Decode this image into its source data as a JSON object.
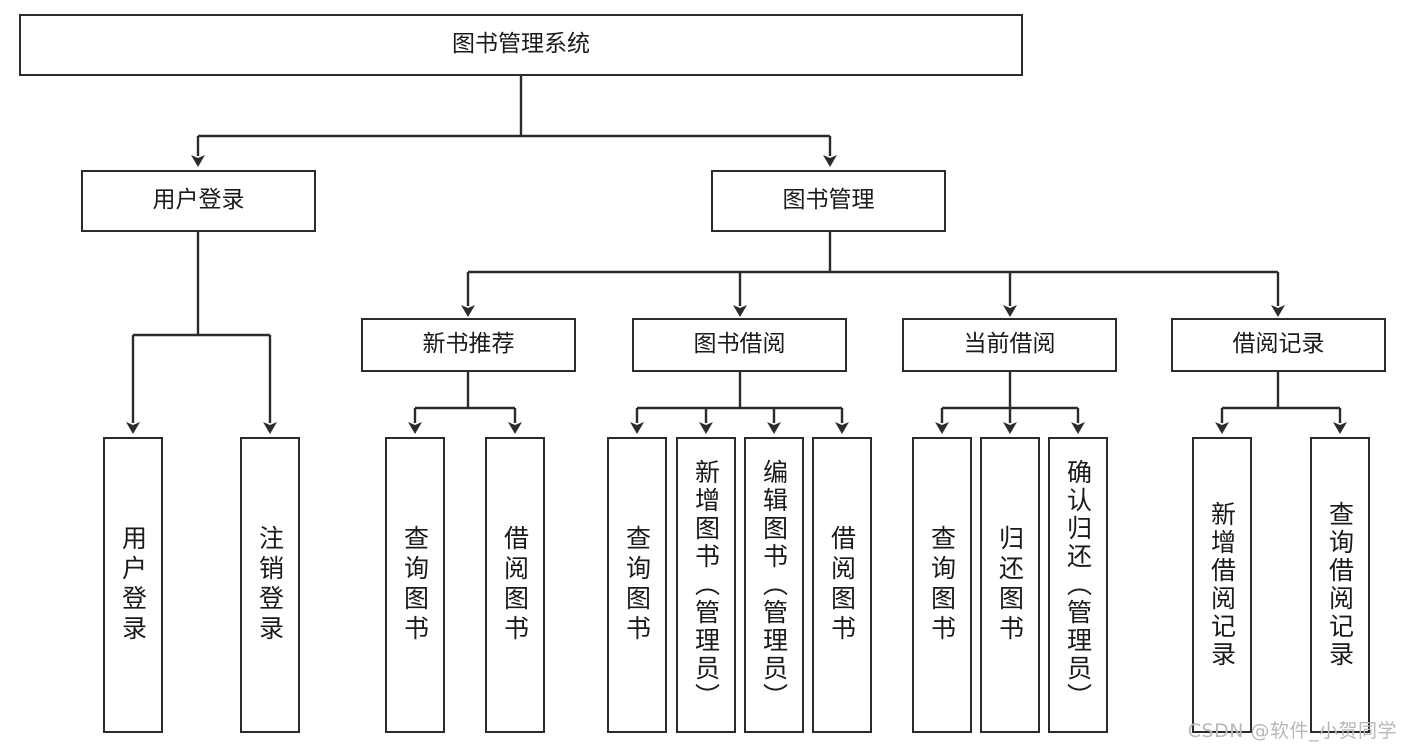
{
  "diagram": {
    "title": "图书管理系统",
    "type": "tree",
    "watermark": "CSDN @软件_小贺同学",
    "colors": {
      "box_border": "#2b2b2b",
      "box_fill": "#ffffff",
      "edge": "#2b2b2b",
      "text": "#1a1a1a",
      "watermark": "#b8b8b8",
      "background": "#ffffff"
    },
    "levels": {
      "root": "图书管理系统",
      "level2": [
        "用户登录",
        "图书管理"
      ],
      "level3": [
        "新书推荐",
        "图书借阅",
        "当前借阅",
        "借阅记录"
      ]
    },
    "nodes": {
      "root": {
        "label": "图书管理系统"
      },
      "user_login": {
        "label": "用户登录"
      },
      "book_manage": {
        "label": "图书管理"
      },
      "new_book_rec": {
        "label": "新书推荐"
      },
      "book_borrow": {
        "label": "图书借阅"
      },
      "current_borrow": {
        "label": "当前借阅"
      },
      "borrow_record": {
        "label": "借阅记录"
      },
      "leaf_1": {
        "label": "用户登录"
      },
      "leaf_2": {
        "label": "注销登录"
      },
      "leaf_3": {
        "label": "查询图书"
      },
      "leaf_4": {
        "label": "借阅图书"
      },
      "leaf_5": {
        "label": "查询图书"
      },
      "leaf_6": {
        "label": "新增图书（管理员）"
      },
      "leaf_7": {
        "label": "编辑图书（管理员）"
      },
      "leaf_8": {
        "label": "借阅图书"
      },
      "leaf_9": {
        "label": "查询图书"
      },
      "leaf_10": {
        "label": "归还图书"
      },
      "leaf_11": {
        "label": "确认归还（管理员）"
      },
      "leaf_12": {
        "label": "新增借阅记录"
      },
      "leaf_13": {
        "label": "查询借阅记录"
      }
    }
  }
}
